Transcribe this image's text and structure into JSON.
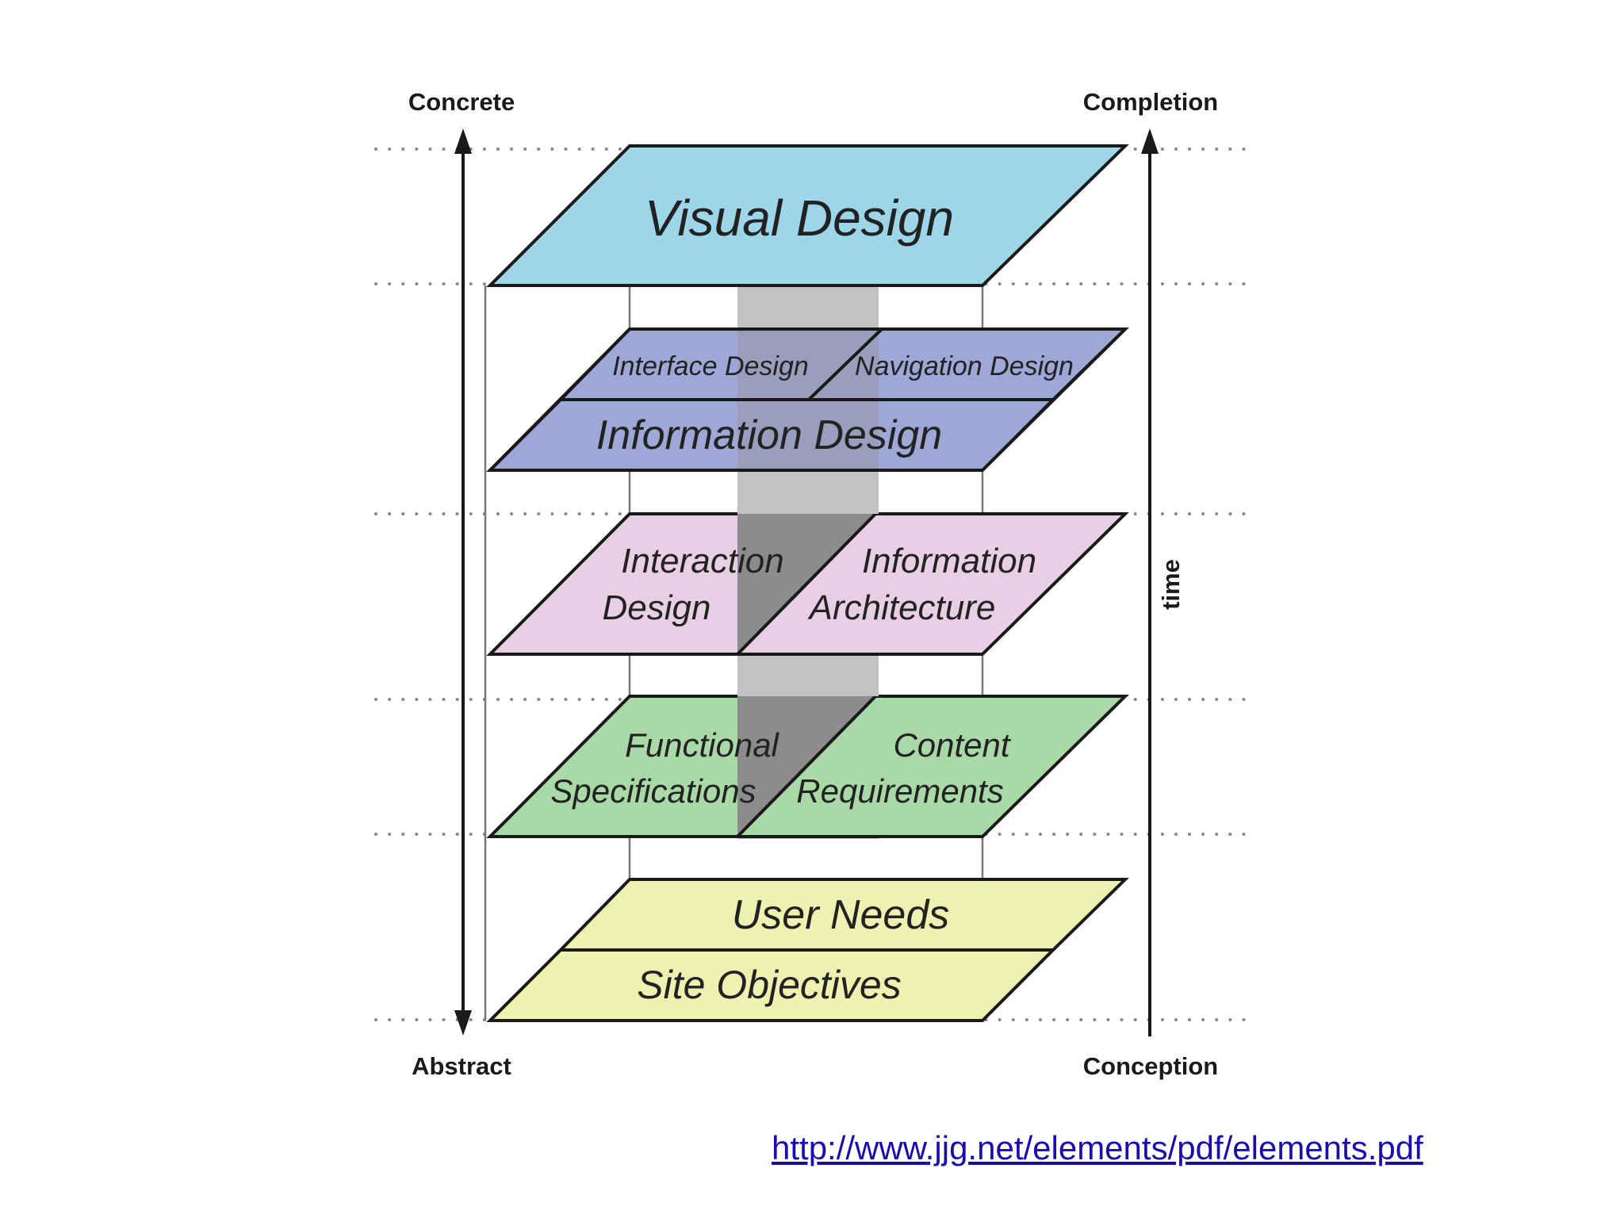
{
  "colors": {
    "visual": "#9dd6e8",
    "structure": "#9ea8d6",
    "scope_layer": "#e9cfe6",
    "requirements": "#a9d9a6",
    "strategy": "#eef2b0",
    "shaft": "#8c8c8c",
    "outline": "#1a1a1a",
    "link": "#1a0dab"
  },
  "axes": {
    "left_top": "Concrete",
    "left_bottom": "Abstract",
    "right_top": "Completion",
    "right_bottom": "Conception",
    "right_middle": "time"
  },
  "planes": {
    "visual_design": "Visual Design",
    "interface_design": "Interface Design",
    "navigation_design": "Navigation Design",
    "information_design": "Information Design",
    "interaction_design_1": "Interaction",
    "interaction_design_2": "Design",
    "information_architecture_1": "Information",
    "information_architecture_2": "Architecture",
    "functional_specifications_1": "Functional",
    "functional_specifications_2": "Specifications",
    "content_requirements_1": "Content",
    "content_requirements_2": "Requirements",
    "user_needs": "User Needs",
    "site_objectives": "Site Objectives"
  },
  "source_url": "http://www.jjg.net/elements/pdf/elements.pdf"
}
